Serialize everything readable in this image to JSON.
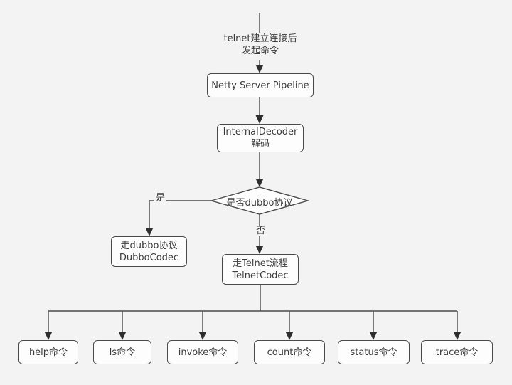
{
  "colors": {
    "background": "#f3f3f3",
    "line": "#4a4a4a",
    "arrowhead": "#2e2e2e",
    "node_fill": "#fdfdfd",
    "node_border": "#4a4a4a",
    "text": "#3c3c3c"
  },
  "flow": {
    "start_note": {
      "line1": "telnet建立连接后",
      "line2": "发起命令"
    },
    "netty_box": {
      "label": "Netty Server Pipeline"
    },
    "decoder_box": {
      "line1": "InternalDecoder",
      "line2": "解码"
    },
    "decision_diamond": {
      "label": "是否dubbo协议"
    },
    "branch_yes_label": "是",
    "branch_no_label": "否",
    "dubbo_box": {
      "line1": "走dubbo协议",
      "line2": "DubboCodec"
    },
    "telnet_box": {
      "line1": "走Telnet流程",
      "line2": "TelnetCodec"
    },
    "command_boxes": [
      {
        "label": "help命令"
      },
      {
        "label": "ls命令"
      },
      {
        "label": "invoke命令"
      },
      {
        "label": "count命令"
      },
      {
        "label": "status命令"
      },
      {
        "label": "trace命令"
      }
    ]
  }
}
